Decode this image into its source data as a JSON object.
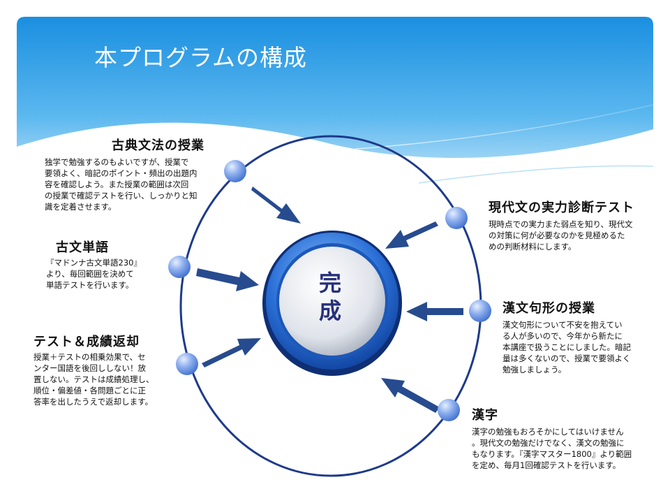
{
  "slide": {
    "title": "本プログラムの構成",
    "center": {
      "line1": "完",
      "line2": "成"
    },
    "sections": {
      "grammar": {
        "title": "古典文法の授業",
        "lines": [
          "独学で勉強するのもよいですが、授業で",
          "要領よく、暗記のポイント・頻出の出題内",
          "容を確認しよう。また授業の範囲は次回",
          "の授業で確認テストを行い、しっかりと知",
          "識を定着させます。"
        ]
      },
      "vocab": {
        "title": "古文単語",
        "lines": [
          "『マドンナ古文単語230』",
          "より、毎回範囲を決めて",
          "単語テストを行います。"
        ]
      },
      "test": {
        "title": "テスト＆成績返却",
        "lines": [
          "授業＋テストの相乗効果で、セ",
          "ンター国語を後回ししない！放",
          "置しない。テストは成績処理し、",
          "順位・偏差値・各問題ごとに正",
          "答率を出したうえで返却します。"
        ]
      },
      "modern": {
        "title": "現代文の実力診断テスト",
        "lines": [
          "現時点での実力また弱点を知り、現代文",
          "の対策に何が必要なのかを見極めるた",
          "めの判断材料にします。"
        ]
      },
      "kanbun": {
        "title": "漢文句形の授業",
        "lines": [
          "漢文句形について不安を抱えてい",
          "る人が多いので、今年から新たに",
          "本講座で扱うことにしました。暗記",
          "量は多くないので、授業で要領よく",
          "勉強しましょう。"
        ]
      },
      "kanji": {
        "title": "漢字",
        "lines": [
          "漢字の勉強もおろそかにしてはいけません",
          "。現代文の勉強だけでなく、漢文の勉強に",
          "もなります。『漢字マスター1800』より範囲",
          "を定め、毎月1回確認テストを行います。"
        ]
      }
    }
  }
}
